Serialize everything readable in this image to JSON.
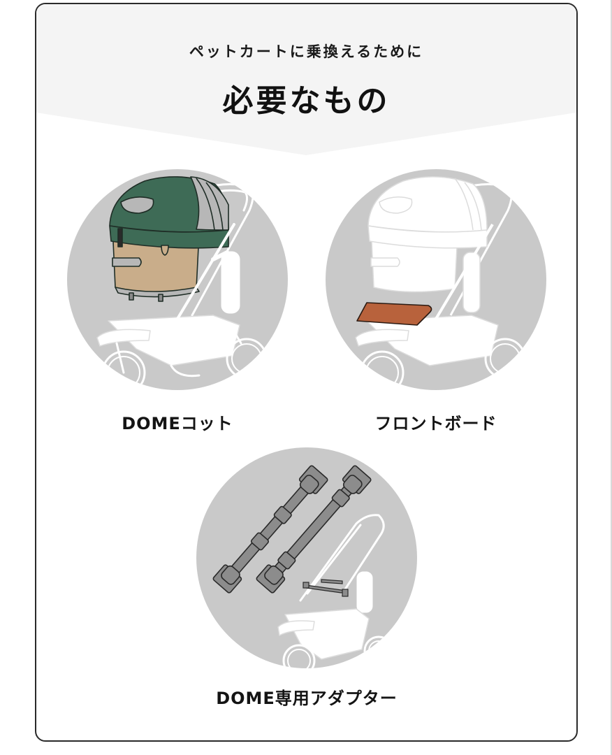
{
  "header": {
    "subtitle": "ペットカートに乗換えるために",
    "title": "必要なもの"
  },
  "items": [
    {
      "label": "DOMEコット",
      "illustration": "dome-cot-on-stroller",
      "highlight_color": "#3e6b56",
      "secondary_color": "#c9ad8a"
    },
    {
      "label": "フロントボード",
      "illustration": "front-board-on-stroller",
      "highlight_color": "#b8623c"
    },
    {
      "label": "DOME専用アダプター",
      "illustration": "dome-adapter-bars",
      "highlight_color": "#8c8c8c"
    }
  ],
  "colors": {
    "banner": "#f4f4f4",
    "circle": "#c9c9c9",
    "border": "#2a2a2a",
    "text": "#111111"
  }
}
